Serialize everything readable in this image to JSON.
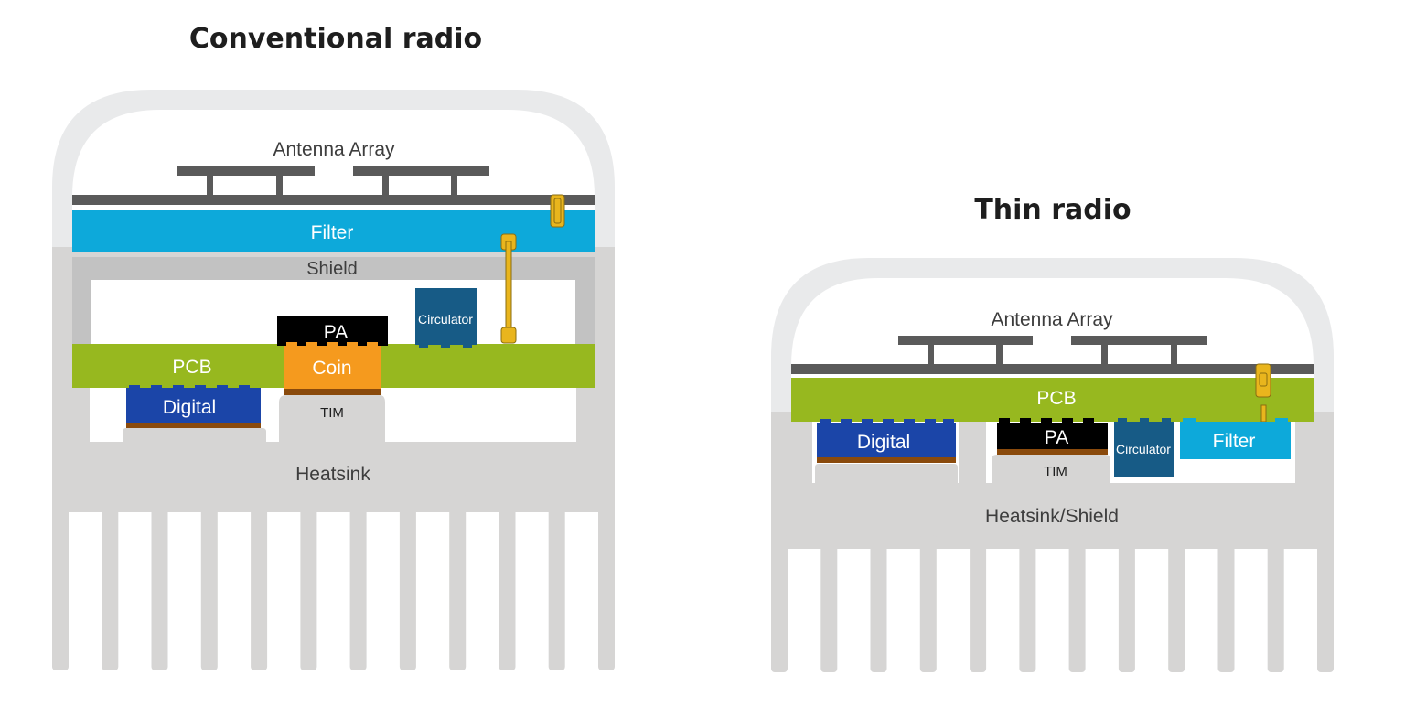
{
  "colors": {
    "enclosure": "#e9eaeb",
    "heatsink": "#d6d5d4",
    "shield": "#c2c2c2",
    "antenna": "#5a5a5a",
    "filter": "#0da9da",
    "pcb": "#97b81f",
    "pa": "#000000",
    "coin": "#f59a1e",
    "digital": "#1b45a8",
    "circulator": "#175b86",
    "tim_layer": "#8a4a0c",
    "connector": "#e9b51d",
    "label_dark": "#3d3d3d",
    "label_light": "#ffffff"
  },
  "conventional": {
    "title": "Conventional radio",
    "labels": {
      "antenna": "Antenna Array",
      "filter": "Filter",
      "shield": "Shield",
      "pa": "PA",
      "circulator": "Circulator",
      "pcb": "PCB",
      "coin": "Coin",
      "digital": "Digital",
      "tim": "TIM",
      "heatsink": "Heatsink"
    },
    "fin_count": 12
  },
  "thin": {
    "title": "Thin radio",
    "labels": {
      "antenna": "Antenna Array",
      "pcb": "PCB",
      "digital": "Digital",
      "pa": "PA",
      "circulator": "Circulator",
      "filter": "Filter",
      "tim": "TIM",
      "heatsink": "Heatsink/Shield"
    },
    "fin_count": 12
  }
}
